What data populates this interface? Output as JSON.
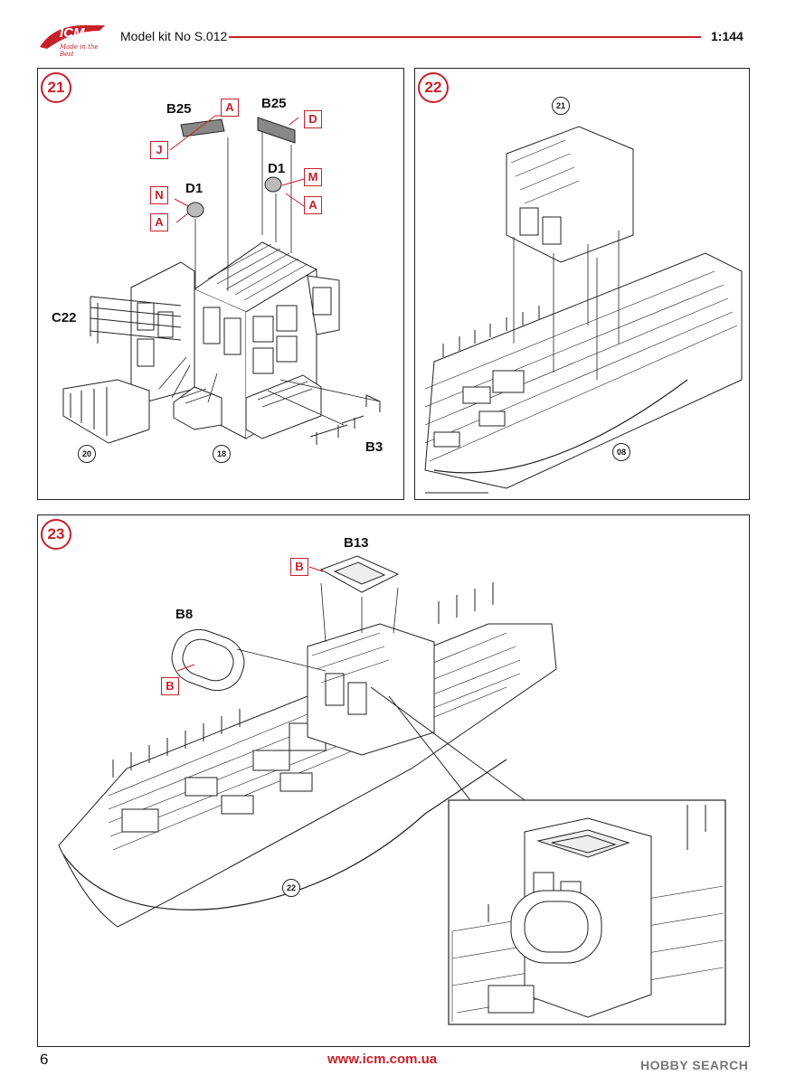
{
  "header": {
    "brand": "ICM",
    "brand_tagline": "Made in the Best",
    "title": "Model kit No S.012",
    "scale": "1:144"
  },
  "colors": {
    "accent": "#c8202a",
    "line": "#222222"
  },
  "step21": {
    "number": "21",
    "labels": {
      "b25_left": "B25",
      "b25_right": "B25",
      "d1_left": "D1",
      "d1_right": "D1",
      "c22": "C22",
      "b3": "B3"
    },
    "tags": {
      "a1": "A",
      "j": "J",
      "d": "D",
      "n": "N",
      "a2": "A",
      "m": "M",
      "a3": "A"
    },
    "refs": {
      "r20": "20",
      "r18": "18"
    }
  },
  "step22": {
    "number": "22",
    "refs": {
      "r21": "21",
      "r08": "08"
    }
  },
  "step23": {
    "number": "23",
    "labels": {
      "b13": "B13",
      "b8": "B8"
    },
    "tags": {
      "b1": "B",
      "b2": "B"
    },
    "refs": {
      "r22": "22"
    }
  },
  "footer": {
    "page_number": "6",
    "url": "www.icm.com.ua",
    "watermark": "HOBBY SEARCH"
  }
}
